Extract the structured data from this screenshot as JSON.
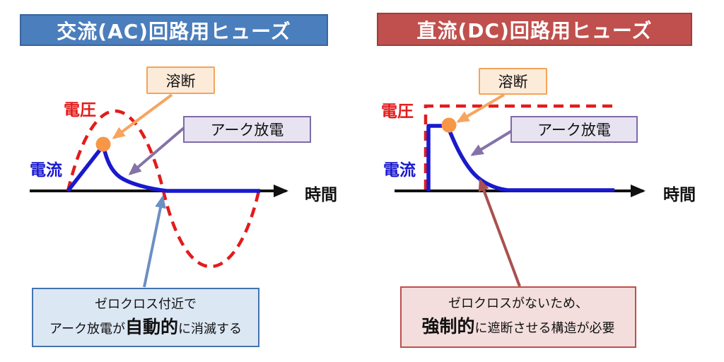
{
  "panels": [
    {
      "id": "ac",
      "title": "交流(AC)回路用ヒューズ",
      "labels": {
        "voltage": "電圧",
        "current": "電流",
        "time": "時間",
        "melt": "溶断",
        "arc": "アーク放電"
      },
      "note": {
        "line1": "ゼロクロス付近で",
        "line2_pre": "アーク放電が",
        "line2_bold": "自動的",
        "line2_post": "に消滅する"
      },
      "waveform_semantics": {
        "voltage_curve": "red-dashed-sine-wave",
        "current_curve": "blue-rise-then-arc-decay-ending-at-zero-cross",
        "melt_point_marker": "orange-dot"
      }
    },
    {
      "id": "dc",
      "title": "直流(DC)回路用ヒューズ",
      "labels": {
        "voltage": "電圧",
        "current": "電流",
        "time": "時間",
        "melt": "溶断",
        "arc": "アーク放電"
      },
      "note": {
        "line1": "ゼロクロスがないため、",
        "line2_pre": "",
        "line2_bold": "強制的",
        "line2_post": "に遮断させる構造が必要"
      },
      "waveform_semantics": {
        "voltage_curve": "red-dashed-constant-step",
        "current_curve": "blue-step-then-exponential-decay",
        "melt_point_marker": "orange-dot"
      }
    }
  ],
  "colors": {
    "ac_header_bg": "#4B7EBC",
    "ac_header_border": "#3A659C",
    "dc_header_bg": "#C0504D",
    "dc_header_border": "#98403D",
    "voltage_red": "#E31B1B",
    "current_blue": "#1919CE",
    "melt_orange_dot": "#F79646",
    "melt_arrow_orange": "#F6A55F",
    "melt_box_bg": "#FDEBD9",
    "melt_box_border": "#F3A45A",
    "arc_box_bg": "#E7E3F0",
    "arc_box_border": "#7E6BA8",
    "arc_arrow_purple": "#8473A8",
    "ac_note_bg": "#DCE7F4",
    "ac_note_border": "#4474B0",
    "ac_note_arrow_steelblue": "#6B90C2",
    "dc_note_bg": "#F3DEDD",
    "dc_note_border": "#BE4F4C",
    "dc_note_arrow_darkred": "#A9514F",
    "axis_black": "#111111"
  }
}
